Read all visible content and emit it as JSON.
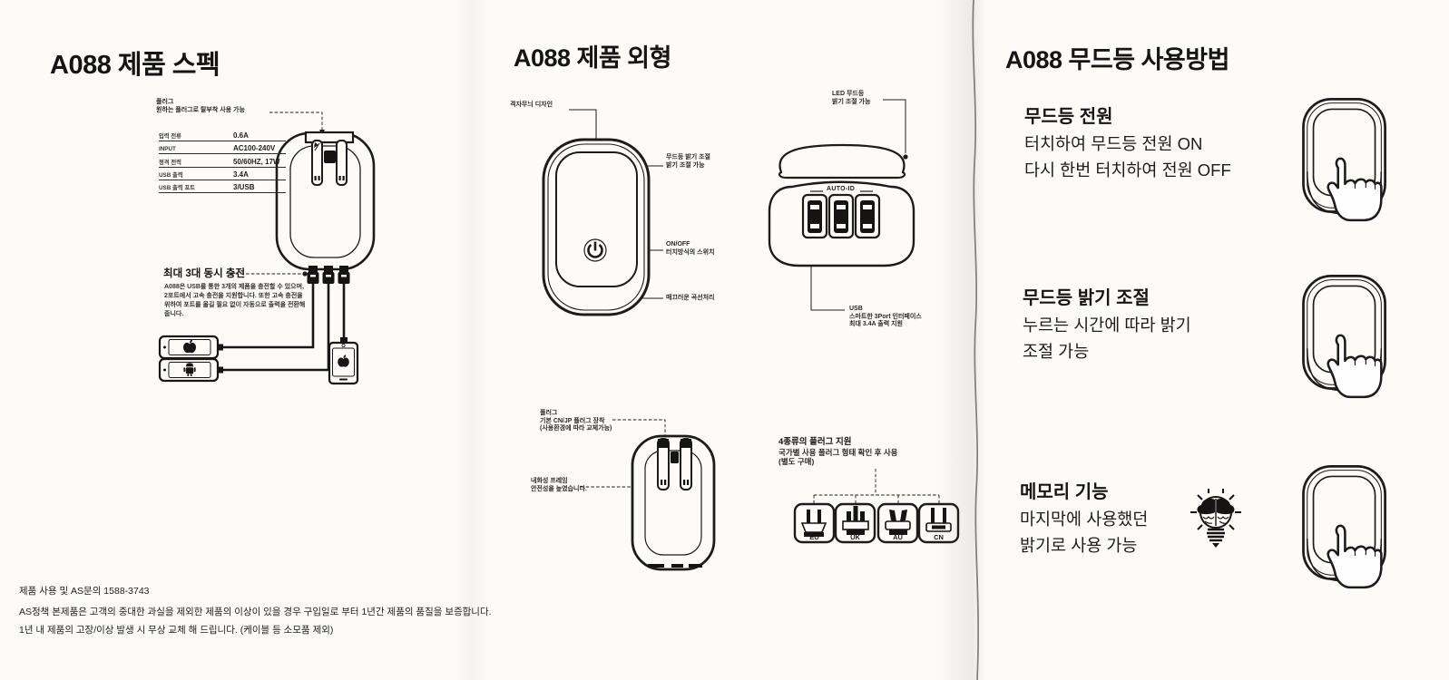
{
  "left": {
    "title": "A088 제품 스펙",
    "plug_note": {
      "line1": "플러그",
      "line2": "원하는 플러그로 탈부착 사용 가능"
    },
    "spec_table": {
      "rows": [
        {
          "label": "입력 전류",
          "value": "0.6A"
        },
        {
          "label": "INPUT",
          "value": "AC100-240V"
        },
        {
          "label": "정격 전력",
          "value": "50/60HZ, 17W"
        },
        {
          "label": "USB 출력",
          "value": "3.4A"
        },
        {
          "label": "USB 출력 포트",
          "value": "3/USB"
        }
      ]
    },
    "simultaneous": {
      "heading": "최대 3대 동시 충전",
      "body_line1": "A088은 USB를 통한 3개의 제품을 충전할 수 있으며,",
      "body_line2": "2포트에서 고속 충전을 지원합니다. 또한 고속 충전을",
      "body_line3": "위하여 포트를 옮길 필요 없이 자동으로 출력을 전환해",
      "body_line4": "줍니다."
    },
    "footer": {
      "contact": "제품 사용 및 AS문의 1588-3743",
      "warranty_line1": "AS정책 본제품은 고객의 중대한 과실을 제외한 제품의 이상이 있을 경우 구입일로 부터 1년간 제품의 품질을 보증합니다.",
      "warranty_line2": "1년 내 제품의 고장/이상 발생 시 무상 교체 해 드립니다.  (케이블 등 소모품 제외)"
    }
  },
  "middle": {
    "title": "A088 제품 외형",
    "front_view": {
      "pattern_label": "격자무늬 디자인",
      "brightness_line1": "무드등 밝기 조절",
      "brightness_line2": "밝기 조절 가능",
      "onoff_line1": "ON/OFF",
      "onoff_line2": "터치방식의 스위치",
      "curve_label": "매끄러운 곡선처리"
    },
    "usb_view": {
      "led_line1": "LED 무드등",
      "led_line2": "밝기 조절 가능",
      "auto_id": "AUTO-ID",
      "usb_line1": "USB",
      "usb_line2": "스마트한 3Port 인터페이스",
      "usb_line3": "최대 3.4A 출력 지원"
    },
    "back_view": {
      "plug_line1": "플러그",
      "plug_line2": "기본 CN/JP 플러그 장착",
      "plug_line3": "(사용환경에 따라 교체가능)",
      "frame_line1": "내화성 프레임",
      "frame_line2": "안전성을 높였습니다."
    },
    "plug_types": {
      "heading": "4종류의 플러그 지원",
      "sub_line1": "국가별 사용 플러그 형태 확인 후 사용",
      "sub_line2": "(별도 구매)",
      "items": [
        "EU",
        "UK",
        "AU",
        "CN"
      ]
    }
  },
  "right": {
    "title": "A088 무드등 사용방법",
    "sections": [
      {
        "heading": "무드등 전원",
        "line1": "터치하여 무드등 전원 ON",
        "line2": "다시 한번 터치하여 전원 OFF"
      },
      {
        "heading": "무드등 밝기 조절",
        "line1": "누르는 시간에 따라 밝기",
        "line2": "조절 가능"
      },
      {
        "heading": "메모리 기능",
        "line1": "마지막에 사용했던",
        "line2": "밝기로 사용 가능"
      }
    ]
  }
}
